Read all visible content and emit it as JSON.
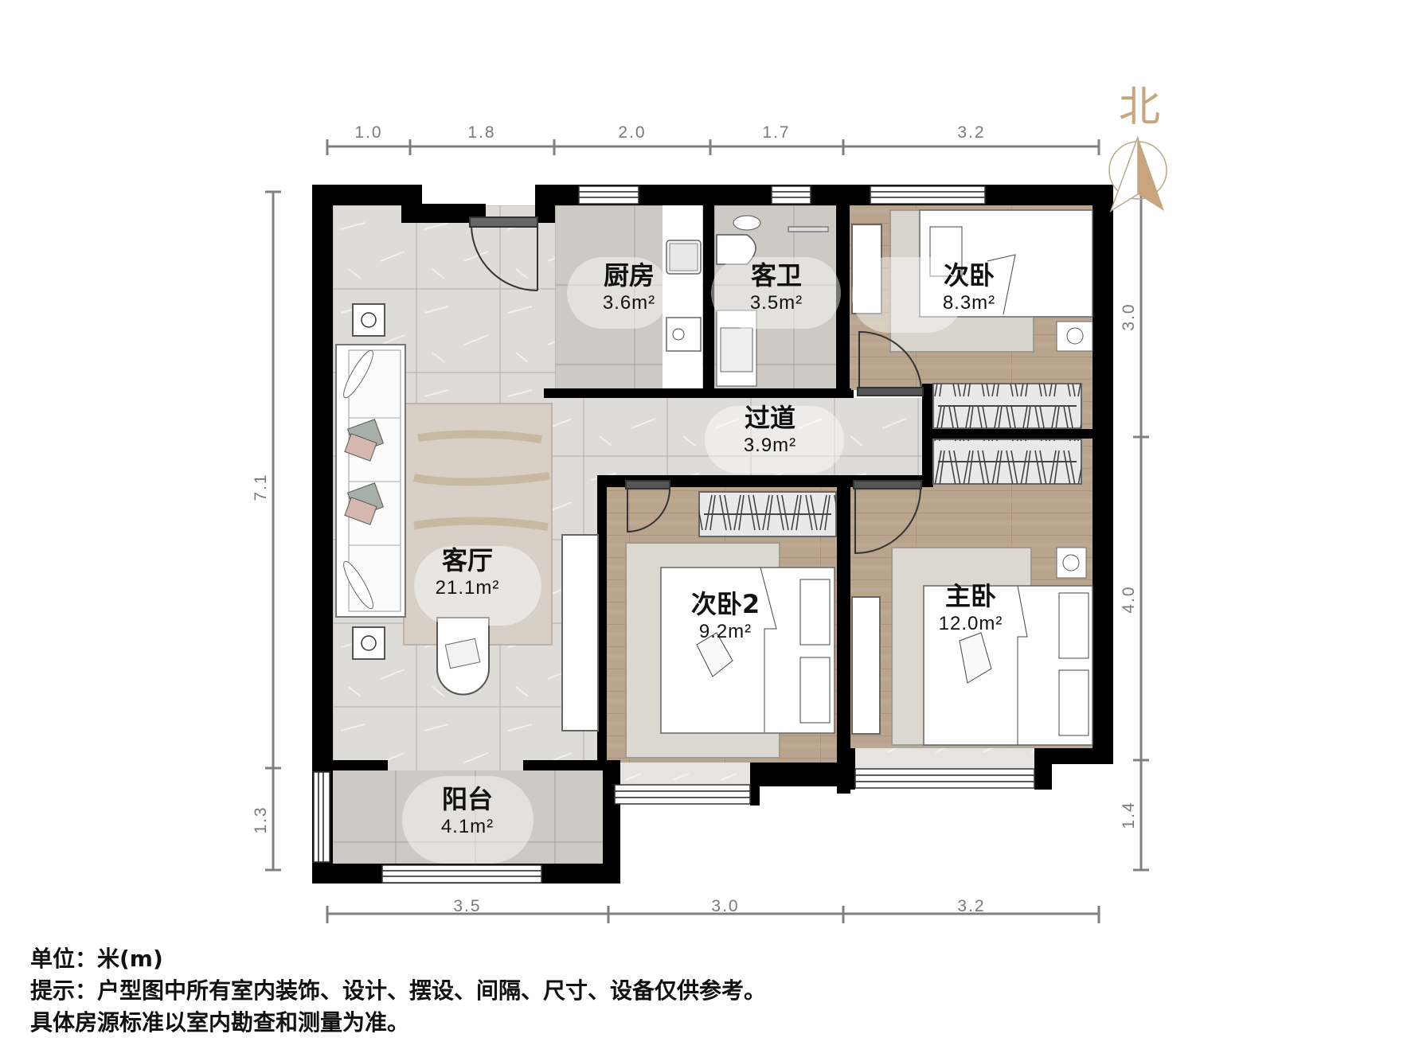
{
  "compass": {
    "label": "北",
    "color": "#c8a57c"
  },
  "dimensions": {
    "top": [
      {
        "value": "1.0"
      },
      {
        "value": "1.8"
      },
      {
        "value": "2.0"
      },
      {
        "value": "1.7"
      },
      {
        "value": "3.2"
      }
    ],
    "bottom": [
      {
        "value": "3.5"
      },
      {
        "value": "3.0"
      },
      {
        "value": "3.2"
      }
    ],
    "left": [
      {
        "value": "7.1"
      },
      {
        "value": "1.3"
      }
    ],
    "right": [
      {
        "value": "3.0"
      },
      {
        "value": "4.0"
      },
      {
        "value": "1.4"
      }
    ]
  },
  "rooms": {
    "kitchen": {
      "name": "厨房",
      "area": "3.6m²"
    },
    "guest_bath": {
      "name": "客卫",
      "area": "3.5m²"
    },
    "second_bedroom": {
      "name": "次卧",
      "area": "8.3m²"
    },
    "corridor": {
      "name": "过道",
      "area": "3.9m²"
    },
    "living_room": {
      "name": "客厅",
      "area": "21.1m²"
    },
    "second_bedroom_2": {
      "name": "次卧2",
      "area": "9.2m²"
    },
    "master_bedroom": {
      "name": "主卧",
      "area": "12.0m²"
    },
    "balcony": {
      "name": "阳台",
      "area": "4.1m²"
    }
  },
  "notes": {
    "unit": "单位：米(m)",
    "hint": "提示：户型图中所有室内装饰、设计、摆设、间隔、尺寸、设备仅供参考。",
    "disclaimer": "具体房源标准以室内勘查和测量为准。"
  },
  "colors": {
    "wall": "#000000",
    "tile": "#dcdad7",
    "tile_dark": "#c9c5c0",
    "wood": "#b59f88",
    "dimension_line": "#808080"
  }
}
